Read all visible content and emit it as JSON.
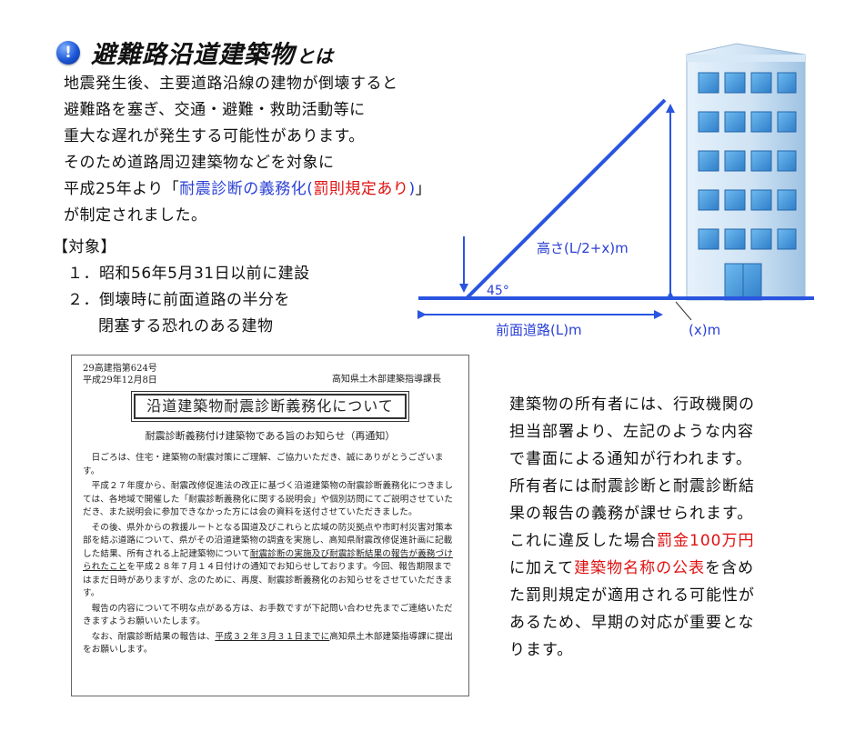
{
  "title": {
    "main": "避難路沿道建築物",
    "suffix": "とは",
    "icon": "exclamation-circle-icon"
  },
  "intro": {
    "lines": [
      "地震発生後、主要道路沿線の建物が倒壊すると",
      "避難路を塞ぎ、交通・避難・救助活動等に",
      "重大な遅れが発生する可能性があります。",
      "そのため道路周辺建築物などを対象に"
    ],
    "line5_a": "平成25年より「",
    "line5_blue1": "耐震診断の義務化(",
    "line5_red": "罰則規定あり",
    "line5_blue2": ")",
    "line5_b": "」",
    "line6": "が制定されました。"
  },
  "target": {
    "heading": "【対象】",
    "item1": "１．昭和56年5月31日以前に建設",
    "item2": "２．倒壊時に前面道路の半分を",
    "item2_cont": "閉塞する恐れのある建物"
  },
  "diagram": {
    "height_label": "高さ(L/2+x)m",
    "angle_label": "45°",
    "road_label": "前面道路(L)m",
    "x_label": "(x)m",
    "line_color": "#2a55e0",
    "text_color": "#2a3fd6"
  },
  "document": {
    "number": "29高建指第624号",
    "date": "平成29年12月8日",
    "issuer": "高知県土木部建築指導課長",
    "title": "沿道建築物耐震診断義務化について",
    "subtitle": "耐震診断義務付け建築物である旨のお知らせ（再通知）",
    "p1": "日ごろは、住宅・建築物の耐震対策にご理解、ご協力いただき、誠にありがとうございます。",
    "p2": "平成２７年度から、耐震改修促進法の改正に基づく沿道建築物の耐震診断義務化につきましては、各地域で開催した「耐震診断義務化に関する説明会」や個別訪問にてご説明させていただき、また説明会に参加できなかった方には会の資料を送付させていただきました。",
    "p3a": "その後、県外からの救援ルートとなる国道及びこれらと広域の防災拠点や市町村災害対策本部を結ぶ道路について、県がその沿道建築物の調査を実施し、高知県耐震改修促進計画に記載した結果、所有される上記建築物について",
    "p3u": "耐震診断の実施及び耐震診断結果の報告が義務づけられたこと",
    "p3b": "を平成２８年７月１４日付けの通知でお知らせしております。今回、報告期限まではまだ日時がありますが、念のために、再度、耐震診断義務化のお知らせをさせていただきます。",
    "p4": "報告の内容について不明な点がある方は、お手数ですが下記問い合わせ先までご連絡いただきますようお願いいたします。",
    "p5a": "なお、耐震診断結果の報告は、",
    "p5u": "平成３２年３月３１日までに",
    "p5b": "高知県土木部建築指導課に提出をお願いします。"
  },
  "right": {
    "lines": [
      "建築物の所有者には、行政機関の",
      "担当部署より、左記のような内容",
      "で書面による通知が行われます。",
      "所有者には耐震診断と耐震診断結",
      "果の報告の義務が課せられます。"
    ],
    "line6_a": "これに違反した場合",
    "line6_red": "罰金100万円",
    "line7_a": "に加えて",
    "line7_red": "建築物名称の公表",
    "line7_b": "を含め",
    "lines_end": [
      "た罰則規定が適用される可能性が",
      "あるため、早期の対応が重要とな",
      "ります。"
    ]
  },
  "colors": {
    "red": "#e01010",
    "blue": "#2a3fd6",
    "building_blue": "#5aa8e6"
  }
}
